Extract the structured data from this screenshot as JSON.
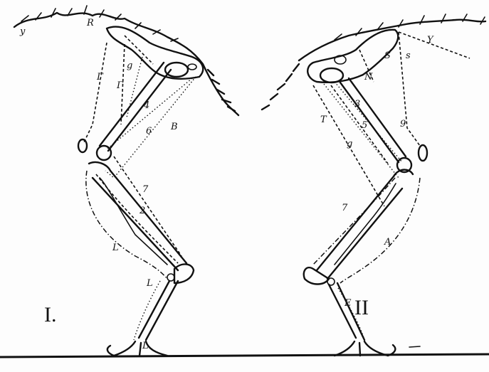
{
  "figures": [
    {
      "numeral": "I.",
      "labels": {
        "tail_y": "y",
        "r": "R",
        "gamma": "Γ",
        "g": "g",
        "gamma2": "Γ",
        "four": "4",
        "six": "6",
        "b": "B",
        "seven": "7",
        "two": "2",
        "l1": "L",
        "l2": "L",
        "l3": "L"
      }
    },
    {
      "numeral": "II",
      "labels": {
        "y": "Y",
        "s1": "S",
        "s2": "s",
        "n": "N",
        "t": "T",
        "three": "3",
        "five": "5",
        "nine": "9",
        "g": "g",
        "seven": "7",
        "a": "A",
        "e": "E"
      }
    }
  ],
  "colors": {
    "ink": "#111111",
    "paper": "#fdfdfd"
  }
}
